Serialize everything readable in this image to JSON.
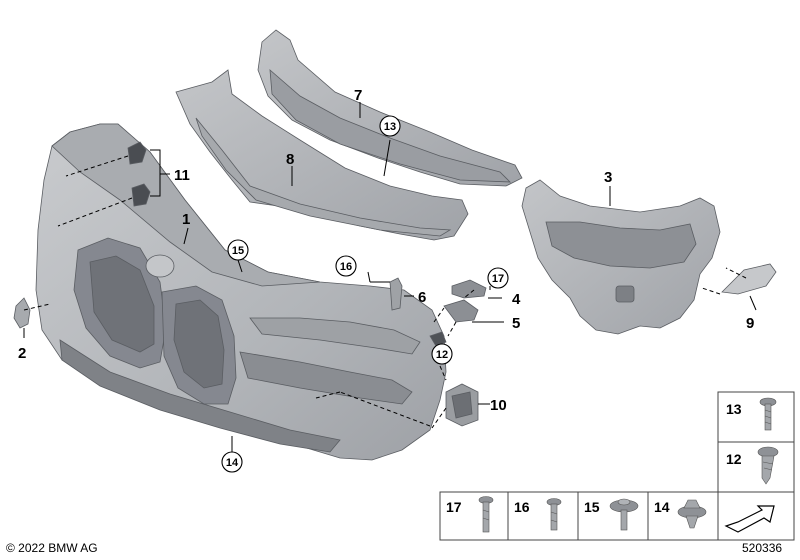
{
  "labels": {
    "l1": "1",
    "l2": "2",
    "l3": "3",
    "l4": "4",
    "l5": "5",
    "l6": "6",
    "l7": "7",
    "l8": "8",
    "l9": "9",
    "l10": "10",
    "l11": "11"
  },
  "circled": {
    "c12": "12",
    "c13": "13",
    "c14": "14",
    "c15": "15",
    "c16": "16",
    "c17": "17"
  },
  "hardware_boxes": {
    "b13": "13",
    "b12": "12",
    "b17": "17",
    "b16": "16",
    "b15": "15",
    "b14": "14"
  },
  "footer": {
    "copyright": "© 2022 BMW AG",
    "diagram_number": "520336"
  },
  "colors": {
    "part_fill": "#b4b7bc",
    "part_dark": "#8e9196",
    "part_light": "#d3d5d8"
  }
}
